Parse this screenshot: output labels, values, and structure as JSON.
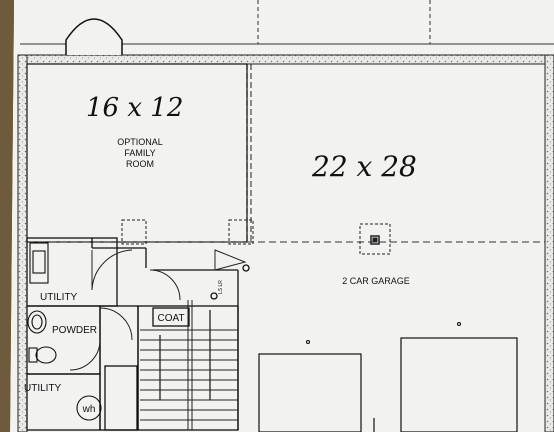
{
  "rooms": {
    "family_room_dims": "16 x 12",
    "family_room_line1": "OPTIONAL",
    "family_room_line2": "FAMILY",
    "family_room_line3": "ROOM",
    "garage_dims": "22 x 28",
    "garage_label": "2 CAR GARAGE",
    "utility_top": "UTILITY",
    "powder": "POWDER",
    "utility_bottom": "UTILITY",
    "coat": "COAT",
    "water_heater": "wh",
    "small_note": "LS LR"
  }
}
